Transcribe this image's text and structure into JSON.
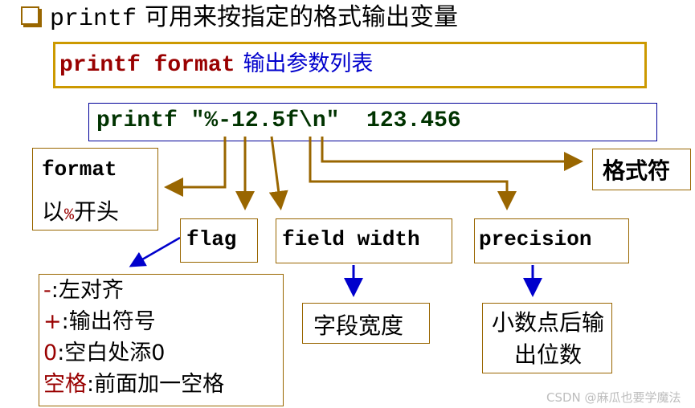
{
  "title": {
    "bullet_icon": "square-bullet-icon",
    "keyword": "printf",
    "text": "可用来按指定的格式输出变量"
  },
  "syntax": {
    "keyword": "printf format",
    "args": "输出参数列表"
  },
  "command": {
    "text": "printf \"%-12.5f\\n\"  123.456"
  },
  "annotations": {
    "format": {
      "title": "format",
      "desc_prefix": "以",
      "desc_symbol": "%",
      "desc_suffix": "开头"
    },
    "specifier": {
      "label": "格式符"
    },
    "flag": {
      "label": "flag"
    },
    "field_width": {
      "label": "field width",
      "desc": "字段宽度"
    },
    "precision": {
      "label": "precision",
      "desc": "小数点后输出位数"
    }
  },
  "flags_list": [
    {
      "symbol": "-",
      "desc": ":左对齐"
    },
    {
      "symbol": "+",
      "desc": ":输出符号"
    },
    {
      "symbol": "0",
      "desc": ":空白处添0"
    },
    {
      "symbol": "空格",
      "desc": ":前面加一空格"
    }
  ],
  "colors": {
    "brown_arrow": "#996600",
    "blue_arrow": "#0000CC",
    "gold_border": "#CC9900",
    "keyword_red": "#990000",
    "command_green": "#003300",
    "args_blue": "#0000CC"
  },
  "watermark": "CSDN @麻瓜也要学魔法"
}
